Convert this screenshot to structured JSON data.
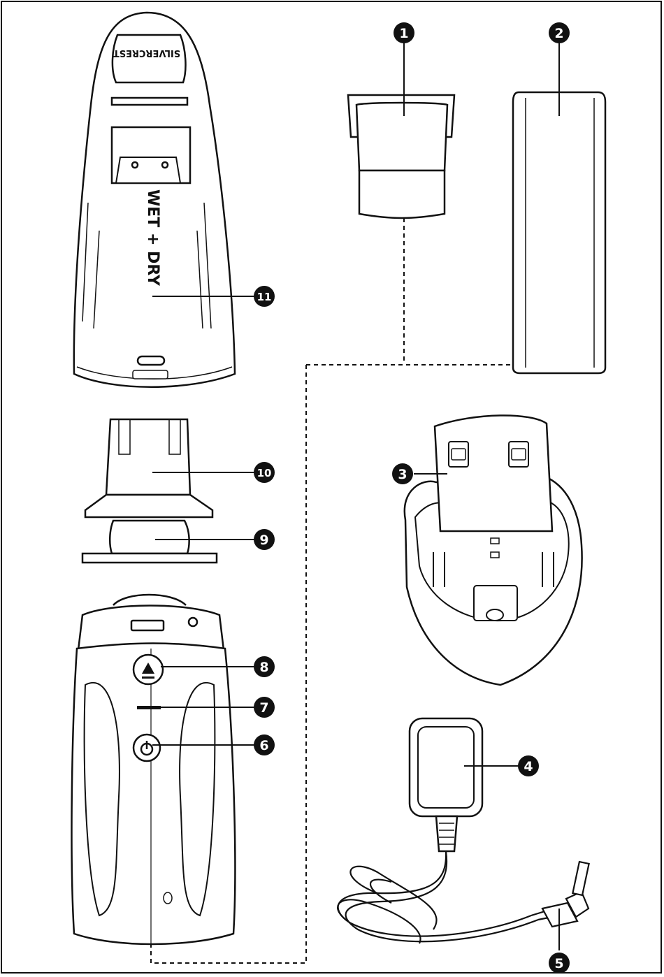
{
  "colors": {
    "line": "#111111",
    "badge": "#111111",
    "badge_text": "#ffffff",
    "background": "#ffffff"
  },
  "brand": "SILVERCREST",
  "product_label": "WET + DRY",
  "parts": [
    {
      "id": "1",
      "name": "filter"
    },
    {
      "id": "2",
      "name": "battery"
    },
    {
      "id": "3",
      "name": "charging-station"
    },
    {
      "id": "4",
      "name": "power-adapter"
    },
    {
      "id": "5",
      "name": "plug"
    },
    {
      "id": "6",
      "name": "on-off-button"
    },
    {
      "id": "7",
      "name": "charging-indicator"
    },
    {
      "id": "8",
      "name": "release-button"
    },
    {
      "id": "9",
      "name": "filter-seal"
    },
    {
      "id": "10",
      "name": "filter-cartridge"
    },
    {
      "id": "11",
      "name": "dust-container"
    }
  ]
}
